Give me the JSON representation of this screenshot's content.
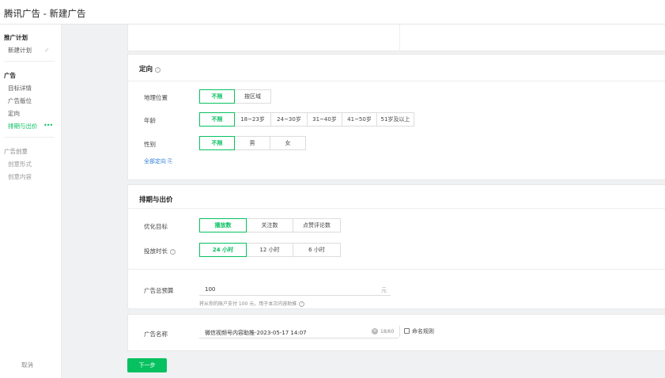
{
  "header": {
    "title": "腾讯广告 - 新建广告"
  },
  "sidebar": {
    "plan_heading": "推广计划",
    "plan_item": "新建计划",
    "ad_heading": "广告",
    "ad_items": [
      "目标详情",
      "广告版位",
      "定向",
      "排期与出价"
    ],
    "creative_heading": "广告创意",
    "creative_items": [
      "创意形式",
      "创意内容"
    ],
    "cancel": "取消"
  },
  "targeting": {
    "title": "定向",
    "location": {
      "label": "地理位置",
      "options": [
        "不限",
        "按区域"
      ]
    },
    "age": {
      "label": "年龄",
      "options": [
        "不限",
        "18~23岁",
        "24~30岁",
        "31~40岁",
        "41~50岁",
        "51岁及以上"
      ]
    },
    "gender": {
      "label": "性别",
      "options": [
        "不限",
        "男",
        "女"
      ]
    },
    "all_link": "全部定向"
  },
  "schedule": {
    "title": "排期与出价",
    "goal": {
      "label": "优化目标",
      "options": [
        "播放数",
        "关注数",
        "点赞评论数"
      ]
    },
    "duration": {
      "label": "投放时长",
      "options": [
        "24 小时",
        "12 小时",
        "6 小时"
      ]
    },
    "budget": {
      "label": "广告总预算",
      "value": "100",
      "unit": "元",
      "hint": "将从你的账户支付 100 元，用于本次内容助推"
    },
    "ad_name": {
      "label": "广告名称",
      "value": "微信视频号内容助推-2023-05-17 14:07",
      "count": "18/60",
      "rule": "命名规则"
    }
  },
  "footer": {
    "next": "下一步"
  },
  "colors": {
    "accent": "#07c160",
    "link": "#2f7fd8"
  }
}
